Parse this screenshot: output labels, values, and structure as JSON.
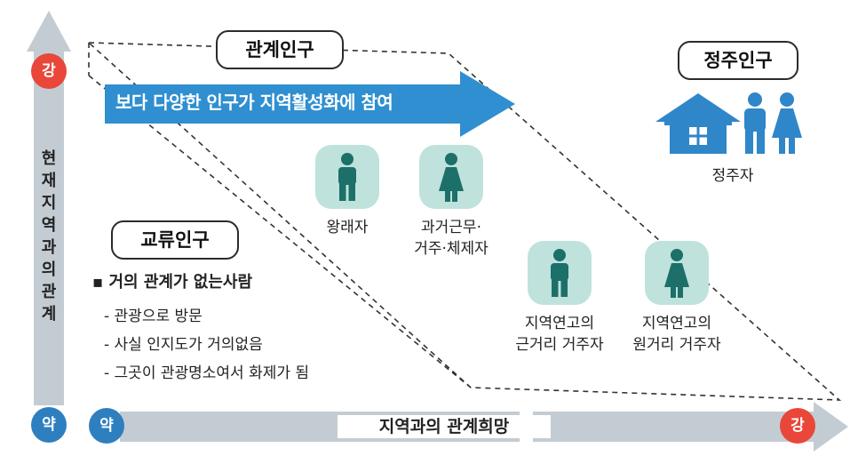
{
  "y_axis": {
    "top_label": "강",
    "bottom_label": "약",
    "title": "현재지역과의관계"
  },
  "x_axis": {
    "left_label": "약",
    "right_label": "강",
    "title": "지역과의 관계희망"
  },
  "regions": {
    "relation": {
      "title": "관계인구",
      "arrow_text": "보다 다양한 인구가 지역활성화에 참여",
      "groups": [
        {
          "name": "commuter",
          "icon": "person-male-icon",
          "label_lines": [
            "왕래자"
          ]
        },
        {
          "name": "past-worker",
          "icon": "person-female-icon",
          "label_lines": [
            "과거근무·",
            "거주·체제자"
          ]
        },
        {
          "name": "near-resident",
          "icon": "person-male-icon",
          "label_lines": [
            "지역연고의",
            "근거리 거주자"
          ]
        },
        {
          "name": "far-resident",
          "icon": "person-female-icon",
          "label_lines": [
            "지역연고의",
            "원거리 거주자"
          ]
        }
      ]
    },
    "exchange": {
      "title": "교류인구",
      "heading": "▪ 거의 관계가 없는사람",
      "items": [
        "- 관광으로 방문",
        "- 사실 인지도가 거의없음",
        "- 그곳이 관광명소여서 화제가 됨"
      ]
    },
    "settled": {
      "title": "정주인구",
      "label": "정주자",
      "icons": [
        "house-icon",
        "person-male-icon",
        "person-female-icon"
      ]
    }
  },
  "colors": {
    "arrow_blue": "#2f8fd0",
    "icon_teal": "#1d6f69",
    "tile_bg": "#bfe2dc",
    "settled_blue": "#2f86c8",
    "axis_gray": "#c4ccd3",
    "red": "#e8473a",
    "circle_blue": "#2e7fc0"
  }
}
